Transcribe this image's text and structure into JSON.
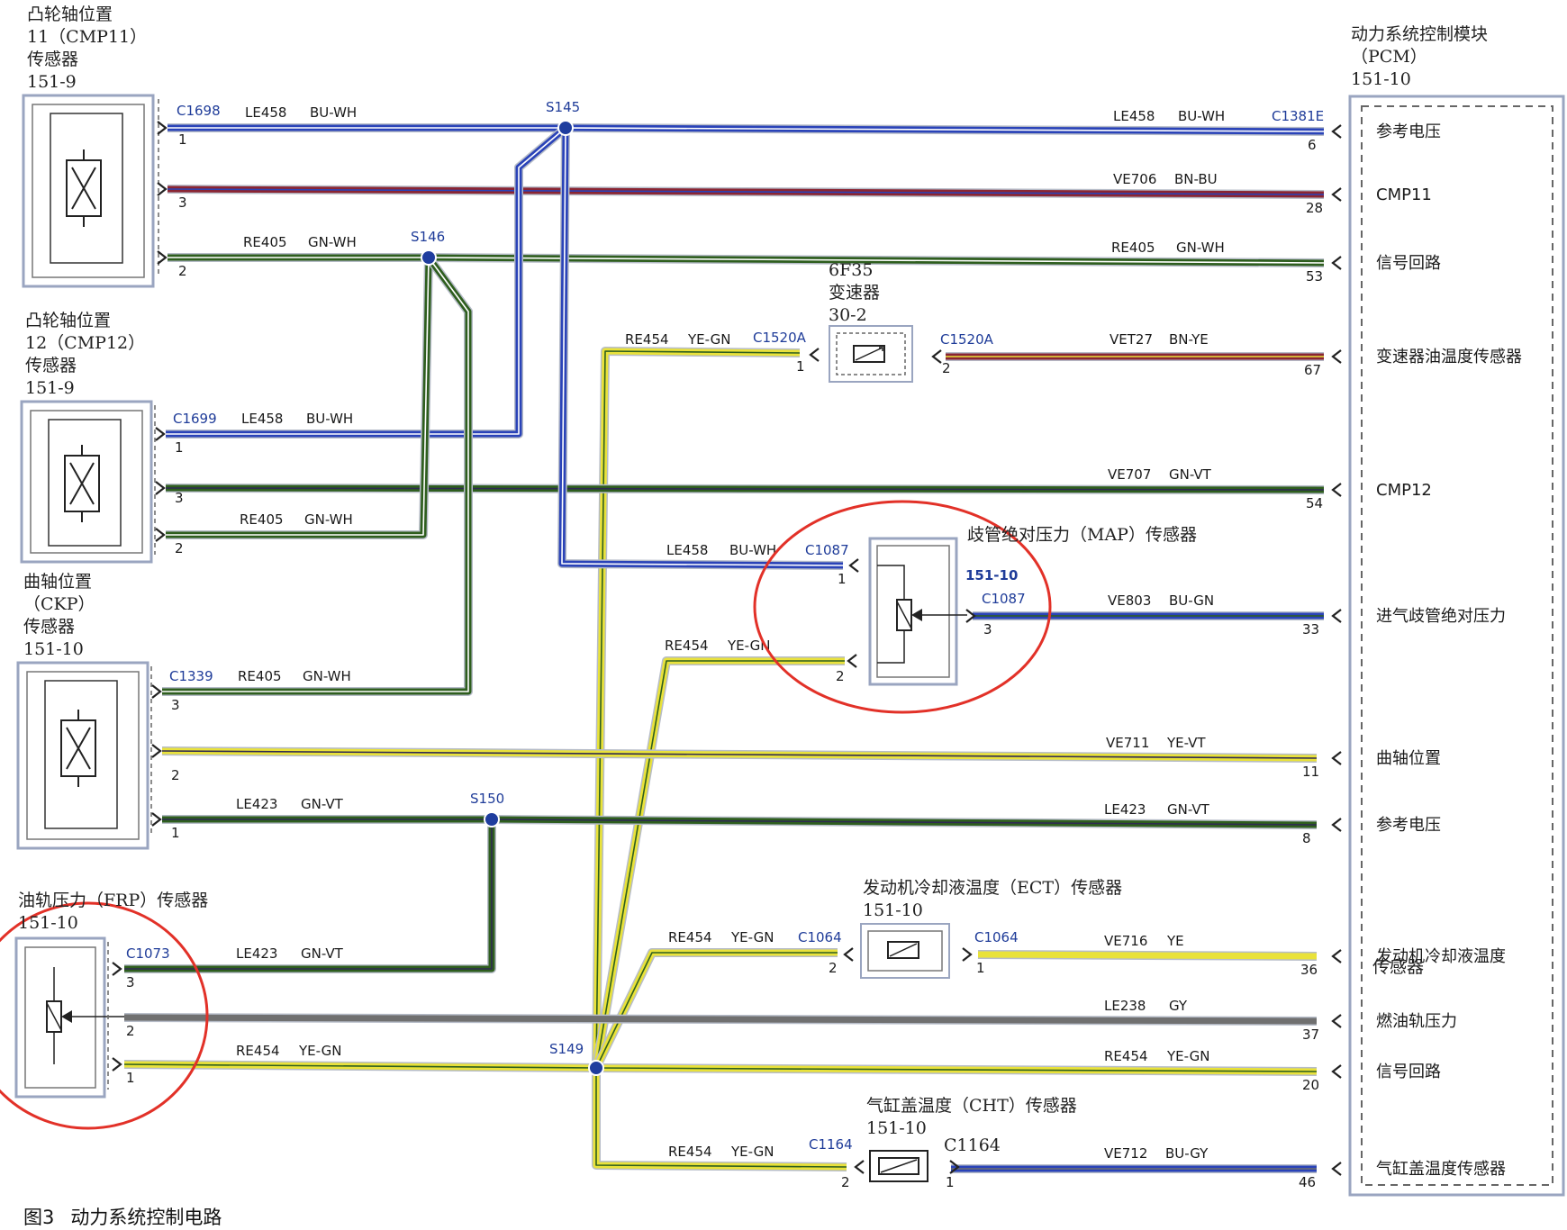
{
  "caption": {
    "number": "图3",
    "title": "动力系统控制电路"
  },
  "colors": {
    "BU": "#2a43b8",
    "WH": "#ffffff",
    "BN": "#8a2533",
    "GN": "#2e5e1e",
    "YE": "#e9e23a",
    "VT": "#2f2a52",
    "GY": "#707070",
    "sheath": "#b6bcc8",
    "splice": "#1f3d9e",
    "circle": "#e23128",
    "label_blue": "#1f3c99"
  },
  "components": {
    "cmp11": {
      "lines": [
        "凸轮轴位置",
        "11（CMP11）",
        "传感器",
        "151-9"
      ]
    },
    "cmp12": {
      "lines": [
        "凸轮轴位置",
        "12（CMP12）",
        "传感器",
        "151-9"
      ]
    },
    "ckp": {
      "lines": [
        "曲轴位置",
        "（CKP）",
        "传感器",
        "151-10"
      ]
    },
    "frp": {
      "lines": [
        "油轨压力（FRP）传感器",
        "151-10"
      ]
    },
    "pcm": {
      "lines": [
        "动力系统控制模块",
        "（PCM）",
        "151-10"
      ]
    },
    "trans": {
      "lines": [
        "6F35",
        "变速器",
        "30-2"
      ]
    },
    "map": {
      "title": "歧管绝对压力（MAP）传感器",
      "ref": "151-10",
      "conn": "C1087"
    },
    "ect": {
      "lines": [
        "发动机冷却液温度（ECT）传感器",
        "151-10"
      ]
    },
    "cht": {
      "lines": [
        "气缸盖温度（CHT）传感器",
        "151-10"
      ],
      "conn": "C1164"
    }
  },
  "connectors": {
    "cmp11": "C1698",
    "cmp12": "C1699",
    "ckp": "C1339",
    "frp": "C1073",
    "pcm": "C1381E",
    "trans_left": "C1520A",
    "trans_right": "C1520A",
    "map": "C1087",
    "ect_left": "C1064",
    "ect_right": "C1064",
    "cht": "C1164"
  },
  "splices": {
    "s145": "S145",
    "s146": "S146",
    "s149": "S149",
    "s150": "S150"
  },
  "pcm_pins": [
    {
      "pin": "6",
      "label": "参考电压"
    },
    {
      "pin": "28",
      "label": "CMP11"
    },
    {
      "pin": "53",
      "label": "信号回路"
    },
    {
      "pin": "67",
      "label": "变速器油温度传感器"
    },
    {
      "pin": "54",
      "label": "CMP12"
    },
    {
      "pin": "33",
      "label": "进气歧管绝对压力"
    },
    {
      "pin": "11",
      "label": "曲轴位置"
    },
    {
      "pin": "8",
      "label": "参考电压"
    },
    {
      "pin": "36",
      "label": "发动机冷却液温度",
      "label2": "传感器"
    },
    {
      "pin": "37",
      "label": "燃油轨压力"
    },
    {
      "pin": "20",
      "label": "信号回路"
    },
    {
      "pin": "46",
      "label": "气缸盖温度传感器"
    }
  ],
  "wires": {
    "w1": {
      "circuit": "LE458",
      "color": "BU-WH"
    },
    "w2": {
      "circuit": "LE458",
      "color": "BU-WH"
    },
    "w3": {
      "circuit": "VE706",
      "color": "BN-BU"
    },
    "w4": {
      "circuit": "RE405",
      "color": "GN-WH"
    },
    "w5": {
      "circuit": "RE405",
      "color": "GN-WH"
    },
    "w6": {
      "circuit": "RE454",
      "color": "YE-GN"
    },
    "w7": {
      "circuit": "VET27",
      "color": "BN-YE"
    },
    "w8": {
      "circuit": "LE458",
      "color": "BU-WH"
    },
    "w9": {
      "circuit": "VE707",
      "color": "GN-VT"
    },
    "w10": {
      "circuit": "RE405",
      "color": "GN-WH"
    },
    "w11": {
      "circuit": "LE458",
      "color": "BU-WH"
    },
    "w12": {
      "circuit": "VE803",
      "color": "BU-GN"
    },
    "w13": {
      "circuit": "RE454",
      "color": "YE-GN"
    },
    "w14": {
      "circuit": "RE405",
      "color": "GN-WH"
    },
    "w15": {
      "circuit": "VE711",
      "color": "YE-VT"
    },
    "w16": {
      "circuit": "LE423",
      "color": "GN-VT"
    },
    "w17": {
      "circuit": "LE423",
      "color": "GN-VT"
    },
    "w18": {
      "circuit": "RE454",
      "color": "YE-GN"
    },
    "w19": {
      "circuit": "VE716",
      "color": "YE"
    },
    "w20": {
      "circuit": "LE423",
      "color": "GN-VT"
    },
    "w21": {
      "circuit": "LE238",
      "color": "GY"
    },
    "w22": {
      "circuit": "RE454",
      "color": "YE-GN"
    },
    "w23": {
      "circuit": "RE454",
      "color": "YE-GN"
    },
    "w24": {
      "circuit": "RE454",
      "color": "YE-GN"
    },
    "w25": {
      "circuit": "VE712",
      "color": "BU-GY"
    }
  },
  "pins": {
    "p1": "1",
    "p2": "2",
    "p3": "3"
  }
}
